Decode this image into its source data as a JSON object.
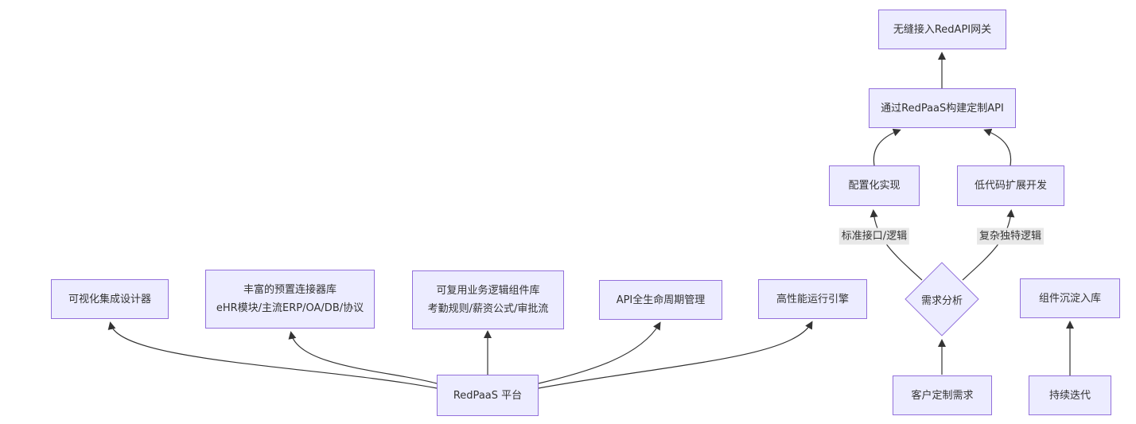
{
  "diagram": {
    "type": "flowchart",
    "background": "#ffffff",
    "node_fill": "#ECECFF",
    "node_border": "#9370DB",
    "edge_color": "#333333",
    "edge_label_bg": "#e8e8e8",
    "text_color": "#333333"
  },
  "nodes": {
    "visual_designer": {
      "label": "可视化集成设计器"
    },
    "connector_library": {
      "line1": "丰富的预置连接器库",
      "line2": "eHR模块/主流ERP/OA/DB/协议"
    },
    "logic_library": {
      "line1": "可复用业务逻辑组件库",
      "line2": "考勤规则/薪资公式/审批流"
    },
    "api_lifecycle": {
      "label": "API全生命周期管理"
    },
    "runtime_engine": {
      "label": "高性能运行引擎"
    },
    "redpaas_platform": {
      "label": "RedPaaS 平台"
    },
    "customer_demand": {
      "label": "客户定制需求"
    },
    "demand_analysis": {
      "label": "需求分析"
    },
    "config_impl": {
      "label": "配置化实现"
    },
    "lowcode_dev": {
      "label": "低代码扩展开发"
    },
    "build_api": {
      "label": "通过RedPaaS构建定制API"
    },
    "gateway": {
      "label": "无缝接入RedAPI网关"
    },
    "component_library": {
      "label": "组件沉淀入库"
    },
    "iteration": {
      "label": "持续迭代"
    }
  },
  "edges": [
    {
      "from": "redpaas_platform",
      "to": "visual_designer",
      "label": ""
    },
    {
      "from": "redpaas_platform",
      "to": "connector_library",
      "label": ""
    },
    {
      "from": "redpaas_platform",
      "to": "logic_library",
      "label": ""
    },
    {
      "from": "redpaas_platform",
      "to": "api_lifecycle",
      "label": ""
    },
    {
      "from": "redpaas_platform",
      "to": "runtime_engine",
      "label": ""
    },
    {
      "from": "customer_demand",
      "to": "demand_analysis",
      "label": ""
    },
    {
      "from": "demand_analysis",
      "to": "config_impl",
      "label": "标准接口/逻辑"
    },
    {
      "from": "demand_analysis",
      "to": "lowcode_dev",
      "label": "复杂独特逻辑"
    },
    {
      "from": "config_impl",
      "to": "build_api",
      "label": ""
    },
    {
      "from": "lowcode_dev",
      "to": "build_api",
      "label": ""
    },
    {
      "from": "build_api",
      "to": "gateway",
      "label": ""
    },
    {
      "from": "iteration",
      "to": "component_library",
      "label": ""
    }
  ]
}
